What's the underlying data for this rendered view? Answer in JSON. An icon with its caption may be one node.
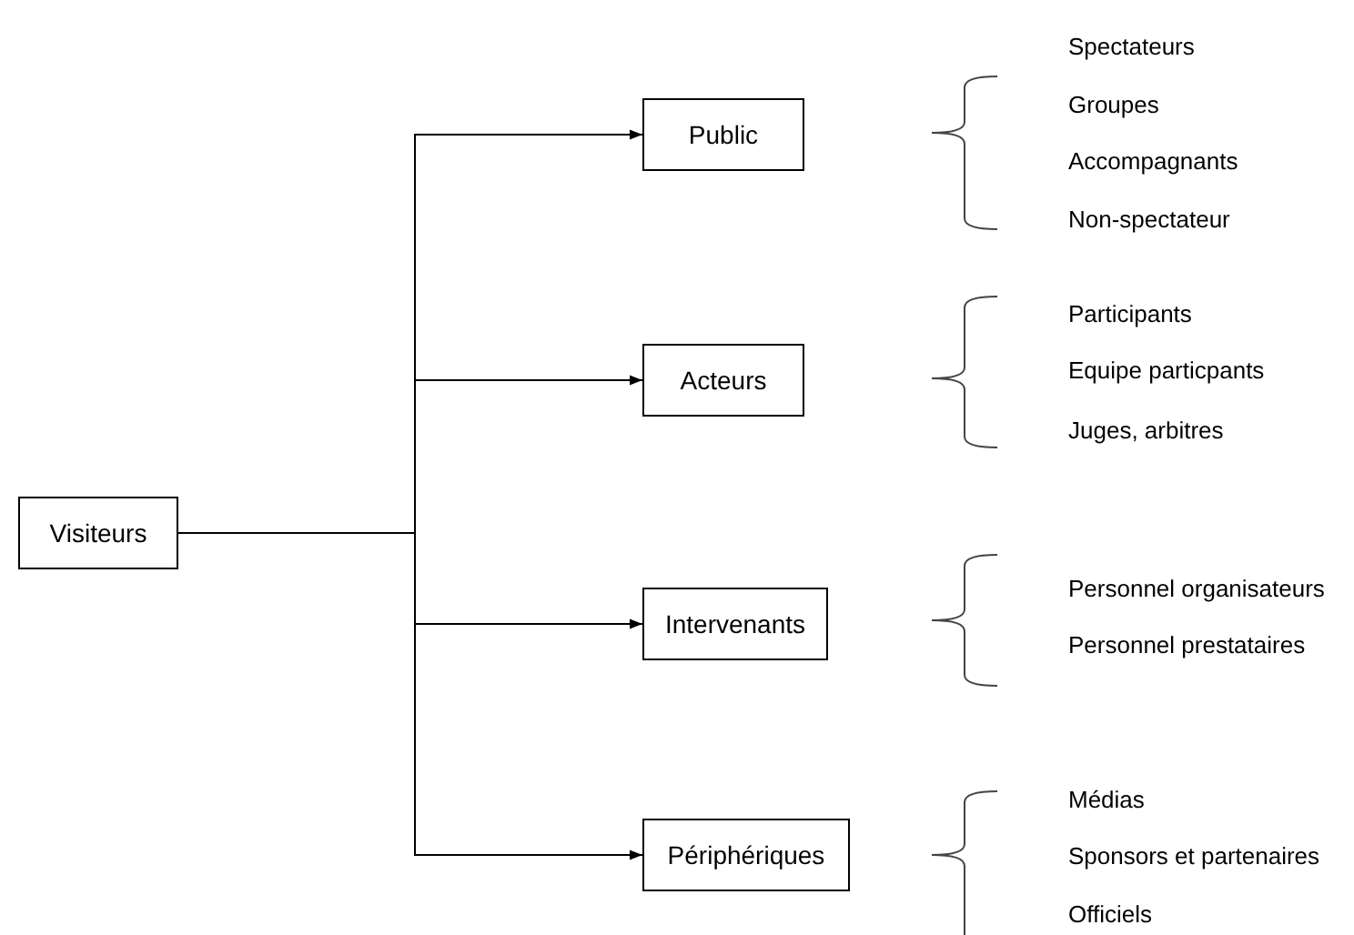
{
  "diagram": {
    "nodes": [
      {
        "text": [
          "Visiteurs"
        ]
      },
      {
        "text": [
          "Public"
        ]
      },
      {
        "text": [
          "Acteurs"
        ]
      },
      {
        "text": [
          "Intervenants"
        ]
      },
      {
        "text": [
          "Périphériques"
        ]
      }
    ],
    "edges": [
      {
        "from": 0,
        "to": 1,
        "arrow": "to"
      },
      {
        "from": 0,
        "to": 2,
        "arrow": "to"
      },
      {
        "from": 0,
        "to": 3,
        "arrow": "to"
      },
      {
        "from": 0,
        "to": 4,
        "arrow": "to"
      }
    ],
    "labels": [
      "Spectateurs",
      "Groupes",
      "Accompagnants",
      "Non-spectateur",
      "Participants",
      "Equipe particpants",
      "Juges, arbitres",
      "Personnel organisateurs",
      "Personnel prestataires",
      "Médias",
      "Sponsors et partenaires",
      "Officiels"
    ]
  }
}
